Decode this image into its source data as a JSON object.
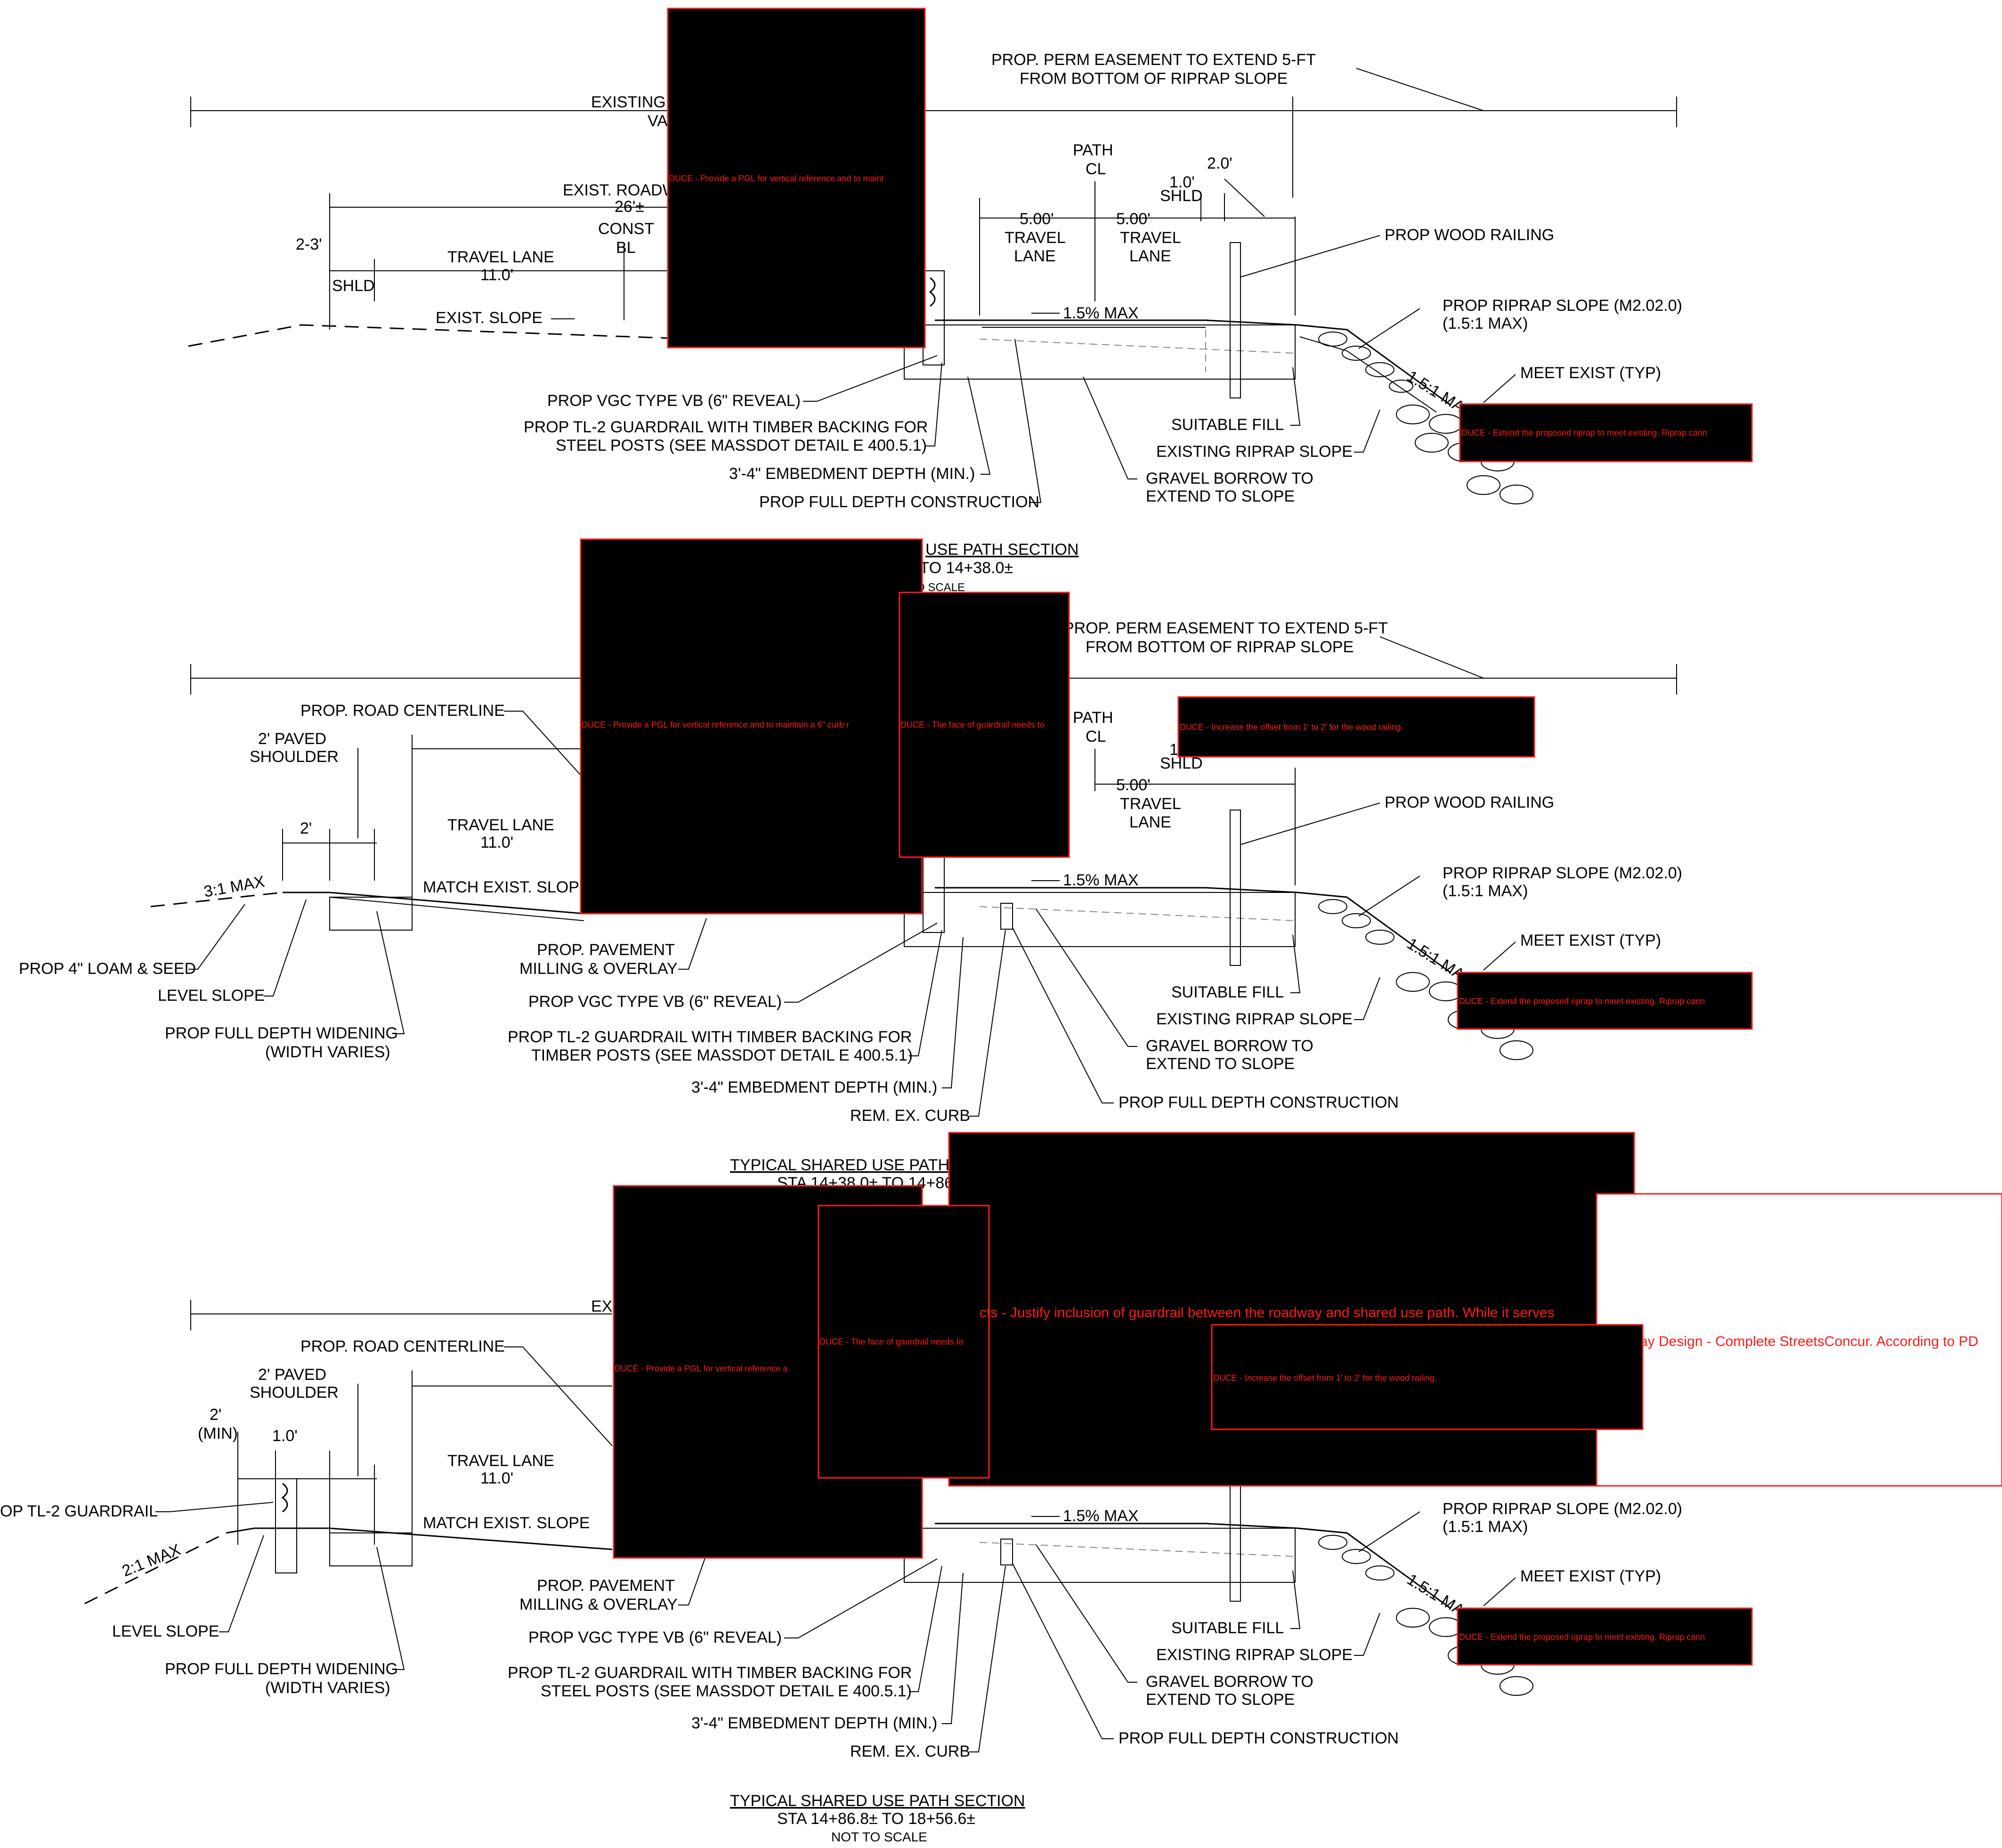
{
  "section1": {
    "easement_note_1": "PROP. PERM EASEMENT TO EXTEND 5-FT",
    "easement_note_2": "FROM BOTTOM OF RIPRAP SLOPE",
    "existing_label": "EXISTING",
    "va_label": "VA",
    "exist_roadway": "EXIST. ROADW",
    "roadway_width": "26'±",
    "const_bl_1": "CONST",
    "const_bl_2": "BL",
    "shoulder_dim": "2-3'",
    "shld": "SHLD",
    "travel_lane": "TRAVEL LANE",
    "travel_lane_width": "11.0'",
    "exist_slope": "EXIST. SLOPE",
    "path_cl_1": "PATH",
    "path_cl_2": "CL",
    "lane_width_left": "5.00'",
    "lane_width_right": "5.00'",
    "travel": "TRAVEL",
    "lane": "LANE",
    "shld_width": "1.0'",
    "shld_label": "SHLD",
    "offset": "2.0'",
    "cross_slope": "1.5% MAX",
    "wood_railing": "PROP WOOD RAILING",
    "riprap_slope_1": "PROP RIPRAP SLOPE (M2.02.0)",
    "riprap_slope_2": "(1.5:1 MAX)",
    "slope_ratio": "1.5:1 MAX",
    "meet_exist": "MEET EXIST (TYP)",
    "vgc": "PROP VGC TYPE VB (6\" REVEAL)",
    "guardrail_1": "PROP TL-2 GUARDRAIL WITH TIMBER BACKING FOR",
    "guardrail_2": "STEEL POSTS (SEE MASSDOT DETAIL E 400.5.1)",
    "embedment": "3'-4\" EMBEDMENT DEPTH (MIN.)",
    "full_depth": "PROP FULL DEPTH CONSTRUCTION",
    "suitable_fill": "SUITABLE FILL",
    "existing_riprap": "EXISTING RIPRAP SLOPE",
    "gravel_1": "GRAVEL BORROW TO",
    "gravel_2": "EXTEND TO SLOPE",
    "title": "USE PATH SECTION",
    "station": "± TO 14+38.0±",
    "scale": "O SCALE",
    "comment_pgl": "DUCE - Provide a PGL for vertical reference and to maint",
    "comment_riprap": "DUCE - Extend the proposed riprap to meet existing. Riprap cann"
  },
  "section2": {
    "easement_note_1": "PROP. PERM EASEMENT TO EXTEND 5-FT",
    "easement_note_2": "FROM BOTTOM OF RIPRAP SLOPE",
    "road_centerline": "PROP. ROAD CENTERLINE",
    "paved_shoulder_1": "2' PAVED",
    "paved_shoulder_2": "SHOULDER",
    "shoulder_dim": "2'",
    "travel_lane": "TRAVEL LANE",
    "travel_lane_width": "11.0'",
    "max_slope": "3:1 MAX",
    "match_slope": "MATCH EXIST. SLOPE",
    "path_cl_1": "PATH",
    "path_cl_2": "CL",
    "shld_width": "1",
    "shld_label": "SHLD",
    "lane_width_right": "5.00'",
    "travel": "TRAVEL",
    "lane": "LANE",
    "cross_slope": "1.5% MAX",
    "wood_railing": "PROP WOOD RAILING",
    "riprap_slope_1": "PROP RIPRAP SLOPE (M2.02.0)",
    "riprap_slope_2": "(1.5:1 MAX)",
    "slope_ratio": "1.5:1 MAX",
    "meet_exist": "MEET EXIST (TYP)",
    "loam_seed": "PROP 4\" LOAM & SEED",
    "level_slope": "LEVEL SLOPE",
    "widening_1": "PROP FULL DEPTH WIDENING",
    "widening_2": "(WIDTH VARIES)",
    "milling_1": "PROP. PAVEMENT",
    "milling_2": "MILLING & OVERLAY",
    "vgc": "PROP VGC TYPE VB (6\" REVEAL)",
    "guardrail_1": "PROP TL-2 GUARDRAIL WITH TIMBER BACKING FOR",
    "guardrail_2": "TIMBER POSTS (SEE MASSDOT DETAIL E 400.5.1)",
    "embedment": "3'-4\" EMBEDMENT DEPTH (MIN.)",
    "rem_curb": "REM. EX. CURB",
    "suitable_fill": "SUITABLE FILL",
    "existing_riprap": "EXISTING RIPRAP SLOPE",
    "gravel_1": "GRAVEL BORROW TO",
    "gravel_2": "EXTEND TO SLOPE",
    "full_depth": "PROP FULL DEPTH CONSTRUCTION",
    "title": "TYPICAL SHARED USE PATH",
    "station": "STA 14+38.0± TO 14+86",
    "comment_pgl": "DUCE - Provide a PGL for vertical reference and to maintain a 6\" curb r",
    "comment_guardrail": "DUCE - The face of guardrail needs to",
    "comment_offset": "DUCE - Increase the offset from 1' to 2' for the wood railing.",
    "comment_riprap": "DUCE - Extend the proposed riprap to meet existing. Riprap cann"
  },
  "section3": {
    "exist_label": "EX",
    "road_centerline": "PROP. ROAD CENTERLINE",
    "paved_shoulder_1": "2' PAVED",
    "paved_shoulder_2": "SHOULDER",
    "min_dim_1": "2'",
    "min_dim_2": "(MIN)",
    "offset_dim": "1.0'",
    "guardrail_left": "OP TL-2 GUARDRAIL",
    "travel_lane": "TRAVEL LANE",
    "travel_lane_width": "11.0'",
    "max_slope": "2:1 MAX",
    "match_slope": "MATCH EXIST. SLOPE",
    "cross_slope": "1.5% MAX",
    "riprap_slope_1": "PROP RIPRAP SLOPE (M2.02.0)",
    "riprap_slope_2": "(1.5:1 MAX)",
    "slope_ratio": "1.5:1 MAX",
    "meet_exist": "MEET EXIST (TYP)",
    "level_slope": "LEVEL SLOPE",
    "widening_1": "PROP FULL DEPTH WIDENING",
    "widening_2": "(WIDTH VARIES)",
    "milling_1": "PROP. PAVEMENT",
    "milling_2": "MILLING & OVERLAY",
    "vgc": "PROP VGC TYPE VB (6\" REVEAL)",
    "guardrail_1": "PROP TL-2 GUARDRAIL WITH TIMBER BACKING FOR",
    "guardrail_2": "STEEL POSTS (SEE MASSDOT DETAIL E 400.5.1)",
    "embedment": "3'-4\" EMBEDMENT DEPTH (MIN.)",
    "rem_curb": "REM. EX. CURB",
    "suitable_fill": "SUITABLE FILL",
    "existing_riprap": "EXISTING RIPRAP SLOPE",
    "gravel_1": "GRAVEL BORROW TO",
    "gravel_2": "EXTEND TO SLOPE",
    "full_depth": "PROP FULL DEPTH CONSTRUCTION",
    "title": "TYPICAL SHARED USE PATH SECTION",
    "station": "STA 14+86.8± TO 18+56.6±",
    "scale": "NOT TO SCALE",
    "comment_pgl": "DUCE - Provide a PGL for vertical reference a",
    "comment_guardrail": "DUCE - The face of gaurdrail needs to",
    "comment_justify": "cts - Justify inclusion of guardrail between the roadway and shared use path. While it serves",
    "comment_design": "ay Design - Complete StreetsConcur. According to PD",
    "comment_offset": "DUCE - Increase the offset from 1' to 2' for the wood railing.",
    "comment_riprap": "DUCE - Extend the proposed riprap to meet existing. Riprap cann"
  }
}
